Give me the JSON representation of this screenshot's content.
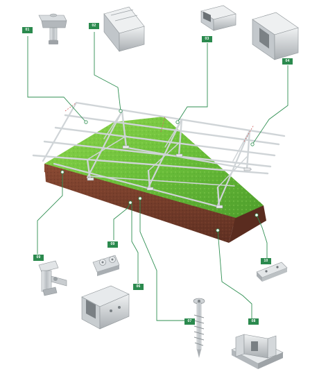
{
  "colors": {
    "callout_green": "#2b8a4e",
    "leader_line": "#2f8f52",
    "grass_light": "#86d147",
    "grass_dark": "#4aa12a",
    "soil": "#7a3f2c",
    "aluminum": "#c9cdd0"
  },
  "callouts": [
    {
      "id": "c1",
      "label": "01",
      "part": "end-clamp-top-icon"
    },
    {
      "id": "c2",
      "label": "02",
      "part": "rail-profile-icon"
    },
    {
      "id": "c3",
      "label": "03",
      "part": "square-tube-icon"
    },
    {
      "id": "c4",
      "label": "04",
      "part": "c-channel-icon"
    },
    {
      "id": "c5",
      "label": "09",
      "part": "mid-clamp-icon"
    },
    {
      "id": "c6",
      "label": "09",
      "part": "rail-connector-icon"
    },
    {
      "id": "c7",
      "label": "06",
      "part": "base-bracket-icon"
    },
    {
      "id": "c8",
      "label": "07",
      "part": "ground-screw-icon"
    },
    {
      "id": "c9",
      "label": "08",
      "part": "foot-base-icon"
    },
    {
      "id": "c10",
      "label": "10",
      "part": "splice-plate-icon"
    }
  ]
}
